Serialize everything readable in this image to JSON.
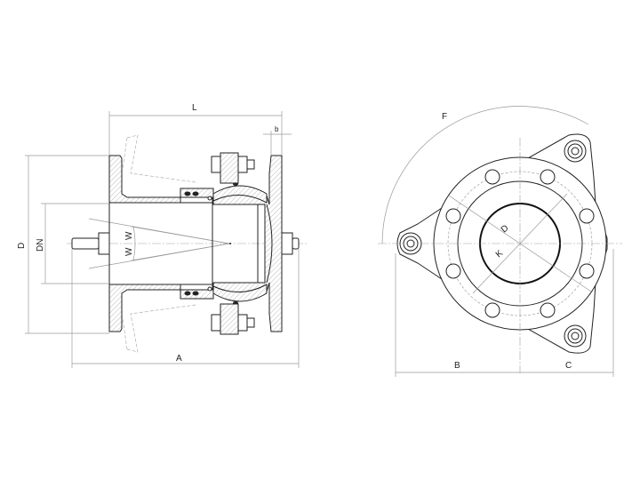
{
  "side_view": {
    "labels": {
      "length": "L",
      "flange_thickness": "b",
      "flange_diameter": "D",
      "nominal_diameter": "DN",
      "angle_upper": "W",
      "angle_lower": "W",
      "overall_length": "A"
    }
  },
  "front_view": {
    "labels": {
      "swing_arc": "F",
      "flange_diameter": "D",
      "bolt_circle": "K",
      "left_extent": "B",
      "right_extent": "C"
    }
  },
  "colors": {
    "line": "#222222",
    "dimension": "#9a9a9a"
  }
}
